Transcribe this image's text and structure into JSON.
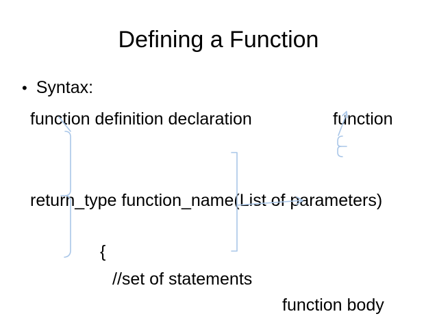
{
  "slide": {
    "title": "Defining a Function",
    "background_color": "#ffffff",
    "text_color": "#000000",
    "annotation_color": "#a9c6e8"
  },
  "bullets": [
    {
      "marker": "•",
      "label": "Syntax:"
    }
  ],
  "body_lines": [
    {
      "id": "function-definition-declaration",
      "text": "function definition                             declaration"
    },
    {
      "id": "function-right",
      "text": "function"
    },
    {
      "id": "signature",
      "text": "return_type function_name(List of parameters)"
    },
    {
      "id": "open-brace",
      "text": "{"
    },
    {
      "id": "statements-comment",
      "text": "//set of statements"
    },
    {
      "id": "function-body-label",
      "text": "function body"
    }
  ],
  "annotations": [
    {
      "id": "left-brace",
      "kind": "curly-brace-left",
      "points_to": "function definition"
    },
    {
      "id": "middle-brace",
      "kind": "bracket-left",
      "points_to": "function_name"
    },
    {
      "id": "right-brace",
      "kind": "curly-brace-right",
      "points_to": "function"
    },
    {
      "id": "arrow-to-function",
      "kind": "arrow-up-right"
    },
    {
      "id": "arrow-to-function-name",
      "kind": "arrow-right"
    }
  ]
}
